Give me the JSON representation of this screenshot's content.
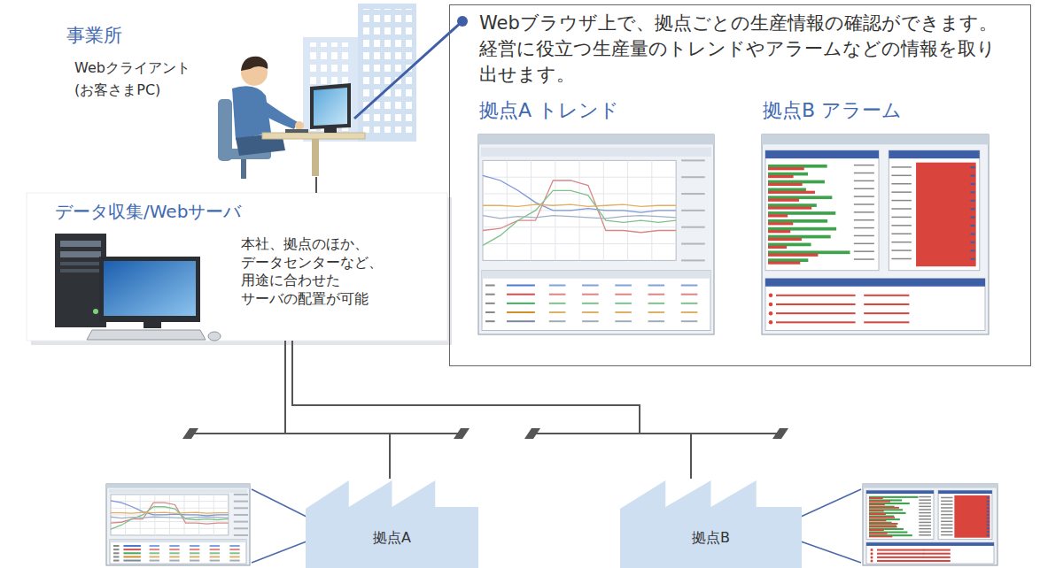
{
  "diagram": {
    "nodes": [
      {
        "text": [
          "事業所",
          "Webクライアント (お客さまPC)"
        ]
      },
      {
        "text": [
          "データ収集/Webサーバ",
          "本社、拠点のほか、 データセンターなど、 用途に合わせた サーバの配置が可能"
        ]
      },
      {
        "text": [
          "Webブラウザ上で、拠点ごとの生産情報の確認ができます。 経営に役立つ生産量のトレンドやアラームなどの情報を取り 出せます。",
          "拠点A トレンド",
          "拠点B アラーム"
        ]
      },
      {
        "text": [
          "拠点A"
        ]
      },
      {
        "text": [
          "拠点B"
        ]
      }
    ],
    "edges": [
      {
        "from": 0,
        "to": 1,
        "arrow": "none"
      },
      {
        "from": 0,
        "to": 2,
        "arrow": "none"
      },
      {
        "from": 1,
        "to": 3,
        "arrow": "none"
      },
      {
        "from": 1,
        "to": 4,
        "arrow": "none"
      }
    ]
  }
}
